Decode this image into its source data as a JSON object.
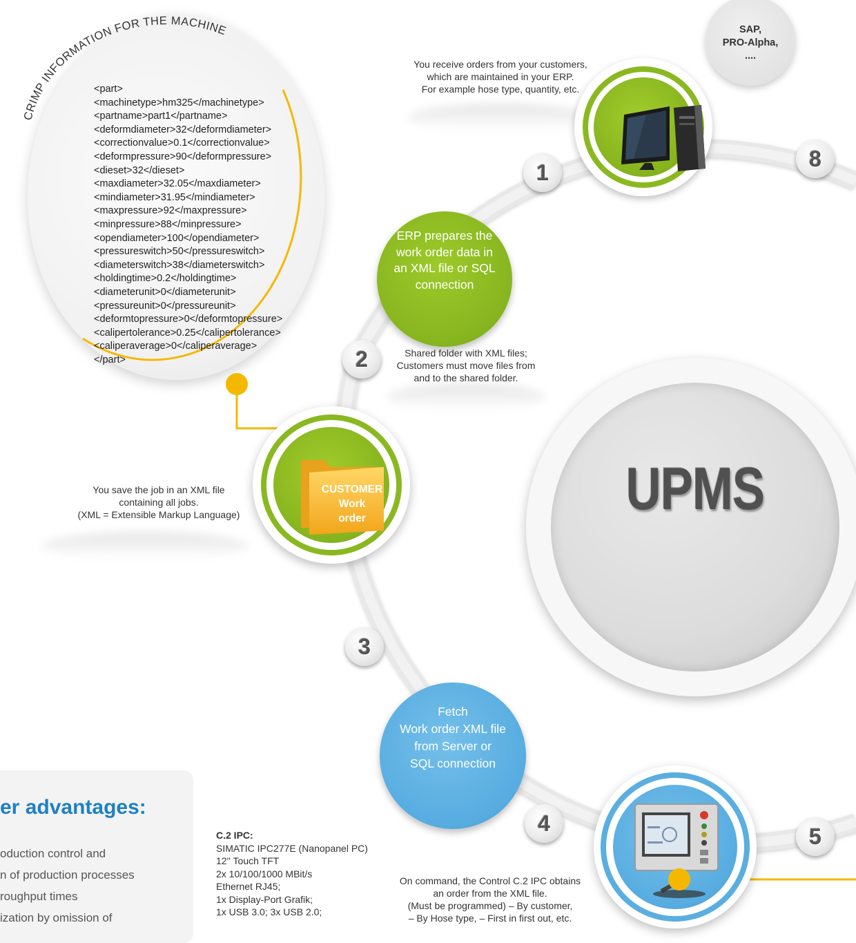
{
  "crimp_info": {
    "arc_title": "CRIMP INFORMATION FOR THE MACHINE",
    "lines": [
      "<part>",
      "<machinetype>hm325</machinetype>",
      "<partname>part1</partname>",
      "<deformdiameter>32</deformdiameter>",
      "<correctionvalue>0.1</correctionvalue>",
      "<deformpressure>90</deformpressure>",
      "<dieset>32</dieset>",
      "<maxdiameter>32.05</maxdiameter>",
      "<mindiameter>31.95</mindiameter>",
      "<maxpressure>92</maxpressure>",
      "<minpressure>88</minpressure>",
      "<opendiameter>100</opendiameter>",
      "<pressureswitch>50</pressureswitch>",
      "<diameterswitch>38</diameterswitch>",
      "<holdingtime>0.2</holdingtime>",
      "<diameterunit>0</diameterunit>",
      "<pressureunit>0</pressureunit>",
      "<deformtopressure>0</deformtopressure>",
      "<calipertolerance>0.25</calipertolerance>",
      "<caliperaverage>0</caliperaverage>",
      "</part>"
    ]
  },
  "erp": {
    "description": [
      "You receive orders from your customers,",
      "which are maintained in your ERP.",
      "For example hose type, quantity, etc."
    ],
    "badge": [
      "SAP,",
      "PRO-Alpha,",
      "...."
    ],
    "icon": "computer-icon"
  },
  "steps": {
    "s1": "1",
    "s2": "2",
    "s3": "3",
    "s4": "4",
    "s5": "5",
    "s8": "8"
  },
  "erp_prepares": [
    "ERP prepares the",
    "work order data in",
    "an XML file or SQL",
    "connection"
  ],
  "shared_folder": [
    "Shared folder with XML files;",
    "Customers must move files from",
    "and to the shared folder."
  ],
  "save_job": [
    "You save the job in an XML file",
    "containing all jobs.",
    "(XML = Extensible Markup Language)"
  ],
  "folder": {
    "lines": [
      "CUSTOMER",
      "Work",
      "order"
    ],
    "icon": "folder-icon"
  },
  "center": {
    "title": "UPMS"
  },
  "fetch": [
    "Fetch",
    "Work order XML file",
    "from Server or",
    "SQL connection"
  ],
  "advantages": {
    "title": "er advantages:",
    "items": [
      "oduction control and",
      "n of production processes",
      "roughput times",
      "ization by omission of"
    ]
  },
  "ipc": {
    "title": "C.2 IPC:",
    "lines": [
      "SIMATIC IPC277E (Nanopanel PC)",
      "12'' Touch TFT",
      "2x 10/100/1000 MBit/s",
      "Ethernet RJ45;",
      "1x Display-Port Grafik;",
      "1x USB 3.0; 3x USB 2.0;"
    ]
  },
  "on_command": [
    "On command, the Control C.2 IPC obtains",
    "an order from the XML file.",
    "(Must be programmed) – By customer,",
    "– By Hose type, – First in first out, etc."
  ],
  "colors": {
    "green": "#8ab820",
    "blue": "#5aaee0",
    "yellow": "#f5b800",
    "advantage_blue": "#1e7fc6",
    "grey_ring": "#e6e6e6"
  }
}
